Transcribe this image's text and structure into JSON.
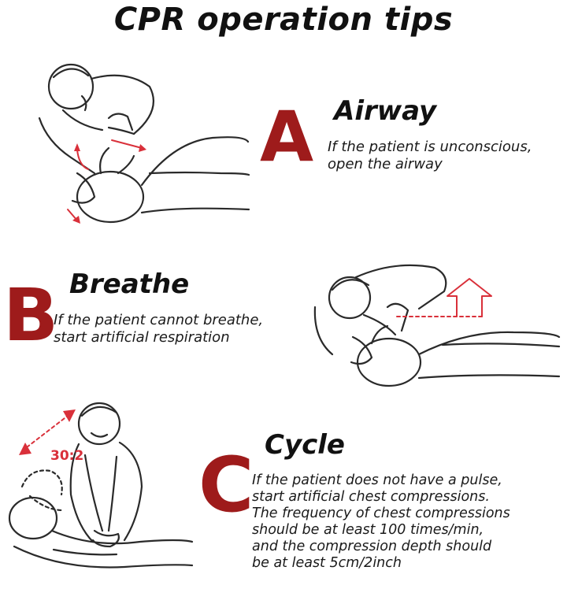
{
  "title": "CPR operation tips",
  "colors": {
    "letter": "#9e1b1b",
    "arrow": "#d9303a",
    "text": "#111111"
  },
  "sections": {
    "a": {
      "letter": "A",
      "heading": "Airway",
      "lines": [
        "If the patient is unconscious,",
        "open the airway"
      ]
    },
    "b": {
      "letter": "B",
      "heading": "Breathe",
      "lines": [
        "If the patient cannot breathe,",
        "start artificial respiration"
      ]
    },
    "c": {
      "letter": "C",
      "heading": "Cycle",
      "ratio": "30:2",
      "lines": [
        "If the patient does not have a pulse,",
        "start artificial chest compressions.",
        "The frequency of chest compressions",
        "should be at least 100 times/min,",
        "and the compression depth should",
        "be at least 5cm/2inch"
      ]
    }
  }
}
